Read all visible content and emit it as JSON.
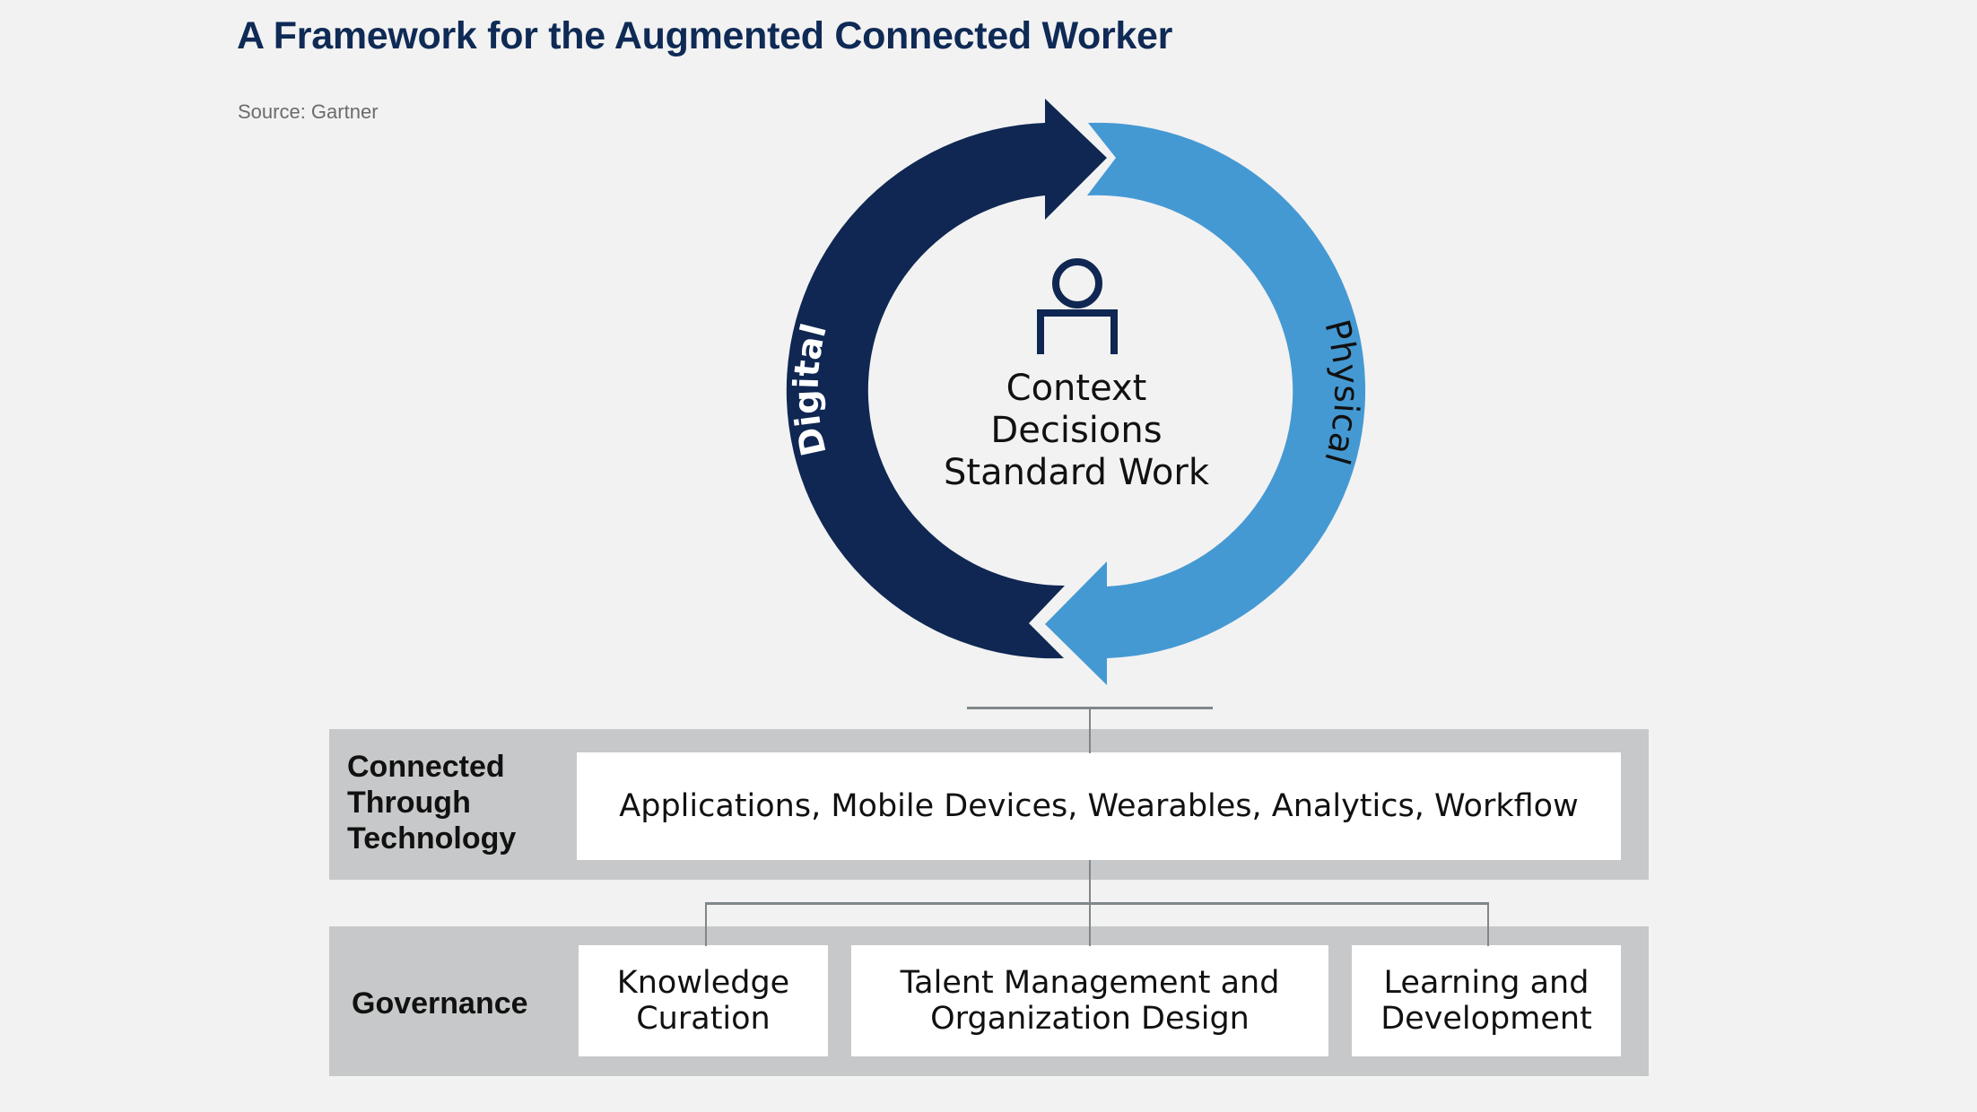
{
  "header": {
    "title": "A Framework for the Augmented Connected Worker",
    "source": "Source: Gartner"
  },
  "colors": {
    "background": "#f2f2f2",
    "digital_arrow": "#0f2752",
    "physical_arrow": "#4599d3",
    "title": "#0f2a55",
    "row_gray": "#c7c8c9",
    "connector": "#80878a"
  },
  "cycle": {
    "digital_label": "Digital",
    "physical_label": "Physical",
    "center_icon": "person-icon",
    "center_lines": [
      "Context",
      "Decisions",
      "Standard Work"
    ]
  },
  "technology_row": {
    "label_lines": [
      "Connected",
      "Through",
      "Technology"
    ],
    "content": "Applications, Mobile Devices, Wearables, Analytics, Workflow"
  },
  "governance_row": {
    "label": "Governance",
    "boxes": [
      {
        "lines": [
          "Knowledge",
          "Curation"
        ]
      },
      {
        "lines": [
          "Talent Management and",
          "Organization Design"
        ]
      },
      {
        "lines": [
          "Learning and",
          "Development"
        ]
      }
    ]
  }
}
